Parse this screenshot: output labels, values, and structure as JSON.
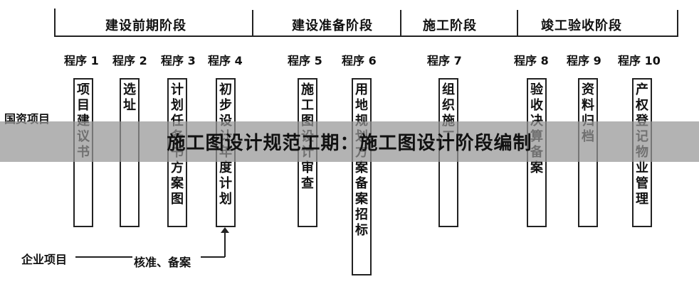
{
  "phases": [
    {
      "label": "建设前期阶段"
    },
    {
      "label": "建设准备阶段"
    },
    {
      "label": "施工阶段"
    },
    {
      "label": "竣工验收阶段"
    }
  ],
  "programs": [
    {
      "label": "程序 1",
      "box_text": "项目建议书"
    },
    {
      "label": "程序 2",
      "box_text": "选址"
    },
    {
      "label": "程序 3",
      "box_text": "计划任务书方案图"
    },
    {
      "label": "程序 4",
      "box_text": "初步设计年度计划"
    },
    {
      "label": "程序 5",
      "box_text": "施工图设计审查"
    },
    {
      "label": "程序 6",
      "box_text": "用地规划方案备案招标"
    },
    {
      "label": "程序 7",
      "box_text": "组织施工"
    },
    {
      "label": "程序 8",
      "box_text": "验收决算备案"
    },
    {
      "label": "程序 9",
      "box_text": "资料归档"
    },
    {
      "label": "程序 10",
      "box_text": "产权登记物业管理"
    }
  ],
  "side": {
    "state_project": "国资项目",
    "enterprise_project": "企业项目",
    "approval": "核准、备案"
  },
  "banner": {
    "title": "施工图设计规范工期：施工图设计阶段编制"
  }
}
